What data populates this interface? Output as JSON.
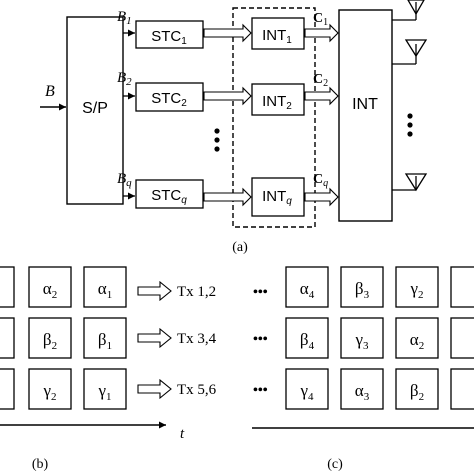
{
  "diagram": {
    "input_label": "B",
    "sp_label": "S/P",
    "branches": [
      {
        "b_main": "B",
        "b_sub": "1",
        "stc_main": "STC",
        "stc_sub": "1",
        "int_main": "INT",
        "int_sub": "1",
        "c_main": "C",
        "c_sub": "1"
      },
      {
        "b_main": "B",
        "b_sub": "2",
        "stc_main": "STC",
        "stc_sub": "2",
        "int_main": "INT",
        "int_sub": "2",
        "c_main": "C",
        "c_sub": "2"
      },
      {
        "b_main": "B",
        "b_sub": "q",
        "stc_main": "STC",
        "stc_sub": "q",
        "int_main": "INT",
        "int_sub": "q",
        "c_main": "C",
        "c_sub": "q"
      }
    ],
    "int_big_label": "INT",
    "dots": "●",
    "caption_a": "(a)"
  },
  "lower": {
    "rows": [
      {
        "tx": "Tx 1,2",
        "left_cells": [
          [
            "α",
            "2"
          ],
          [
            "α",
            "1"
          ]
        ],
        "right_cells": [
          [
            "α",
            "4"
          ],
          [
            "β",
            "3"
          ],
          [
            "γ",
            "2"
          ]
        ]
      },
      {
        "tx": "Tx 3,4",
        "left_cells": [
          [
            "β",
            "2"
          ],
          [
            "β",
            "1"
          ]
        ],
        "right_cells": [
          [
            "β",
            "4"
          ],
          [
            "γ",
            "3"
          ],
          [
            "α",
            "2"
          ]
        ]
      },
      {
        "tx": "Tx 5,6",
        "left_cells": [
          [
            "γ",
            "2"
          ],
          [
            "γ",
            "1"
          ]
        ],
        "right_cells": [
          [
            "γ",
            "4"
          ],
          [
            "α",
            "3"
          ],
          [
            "β",
            "2"
          ]
        ]
      }
    ],
    "ellipsis": "•••",
    "t_label": "t",
    "caption_b": "(b)",
    "caption_c": "(c)"
  }
}
